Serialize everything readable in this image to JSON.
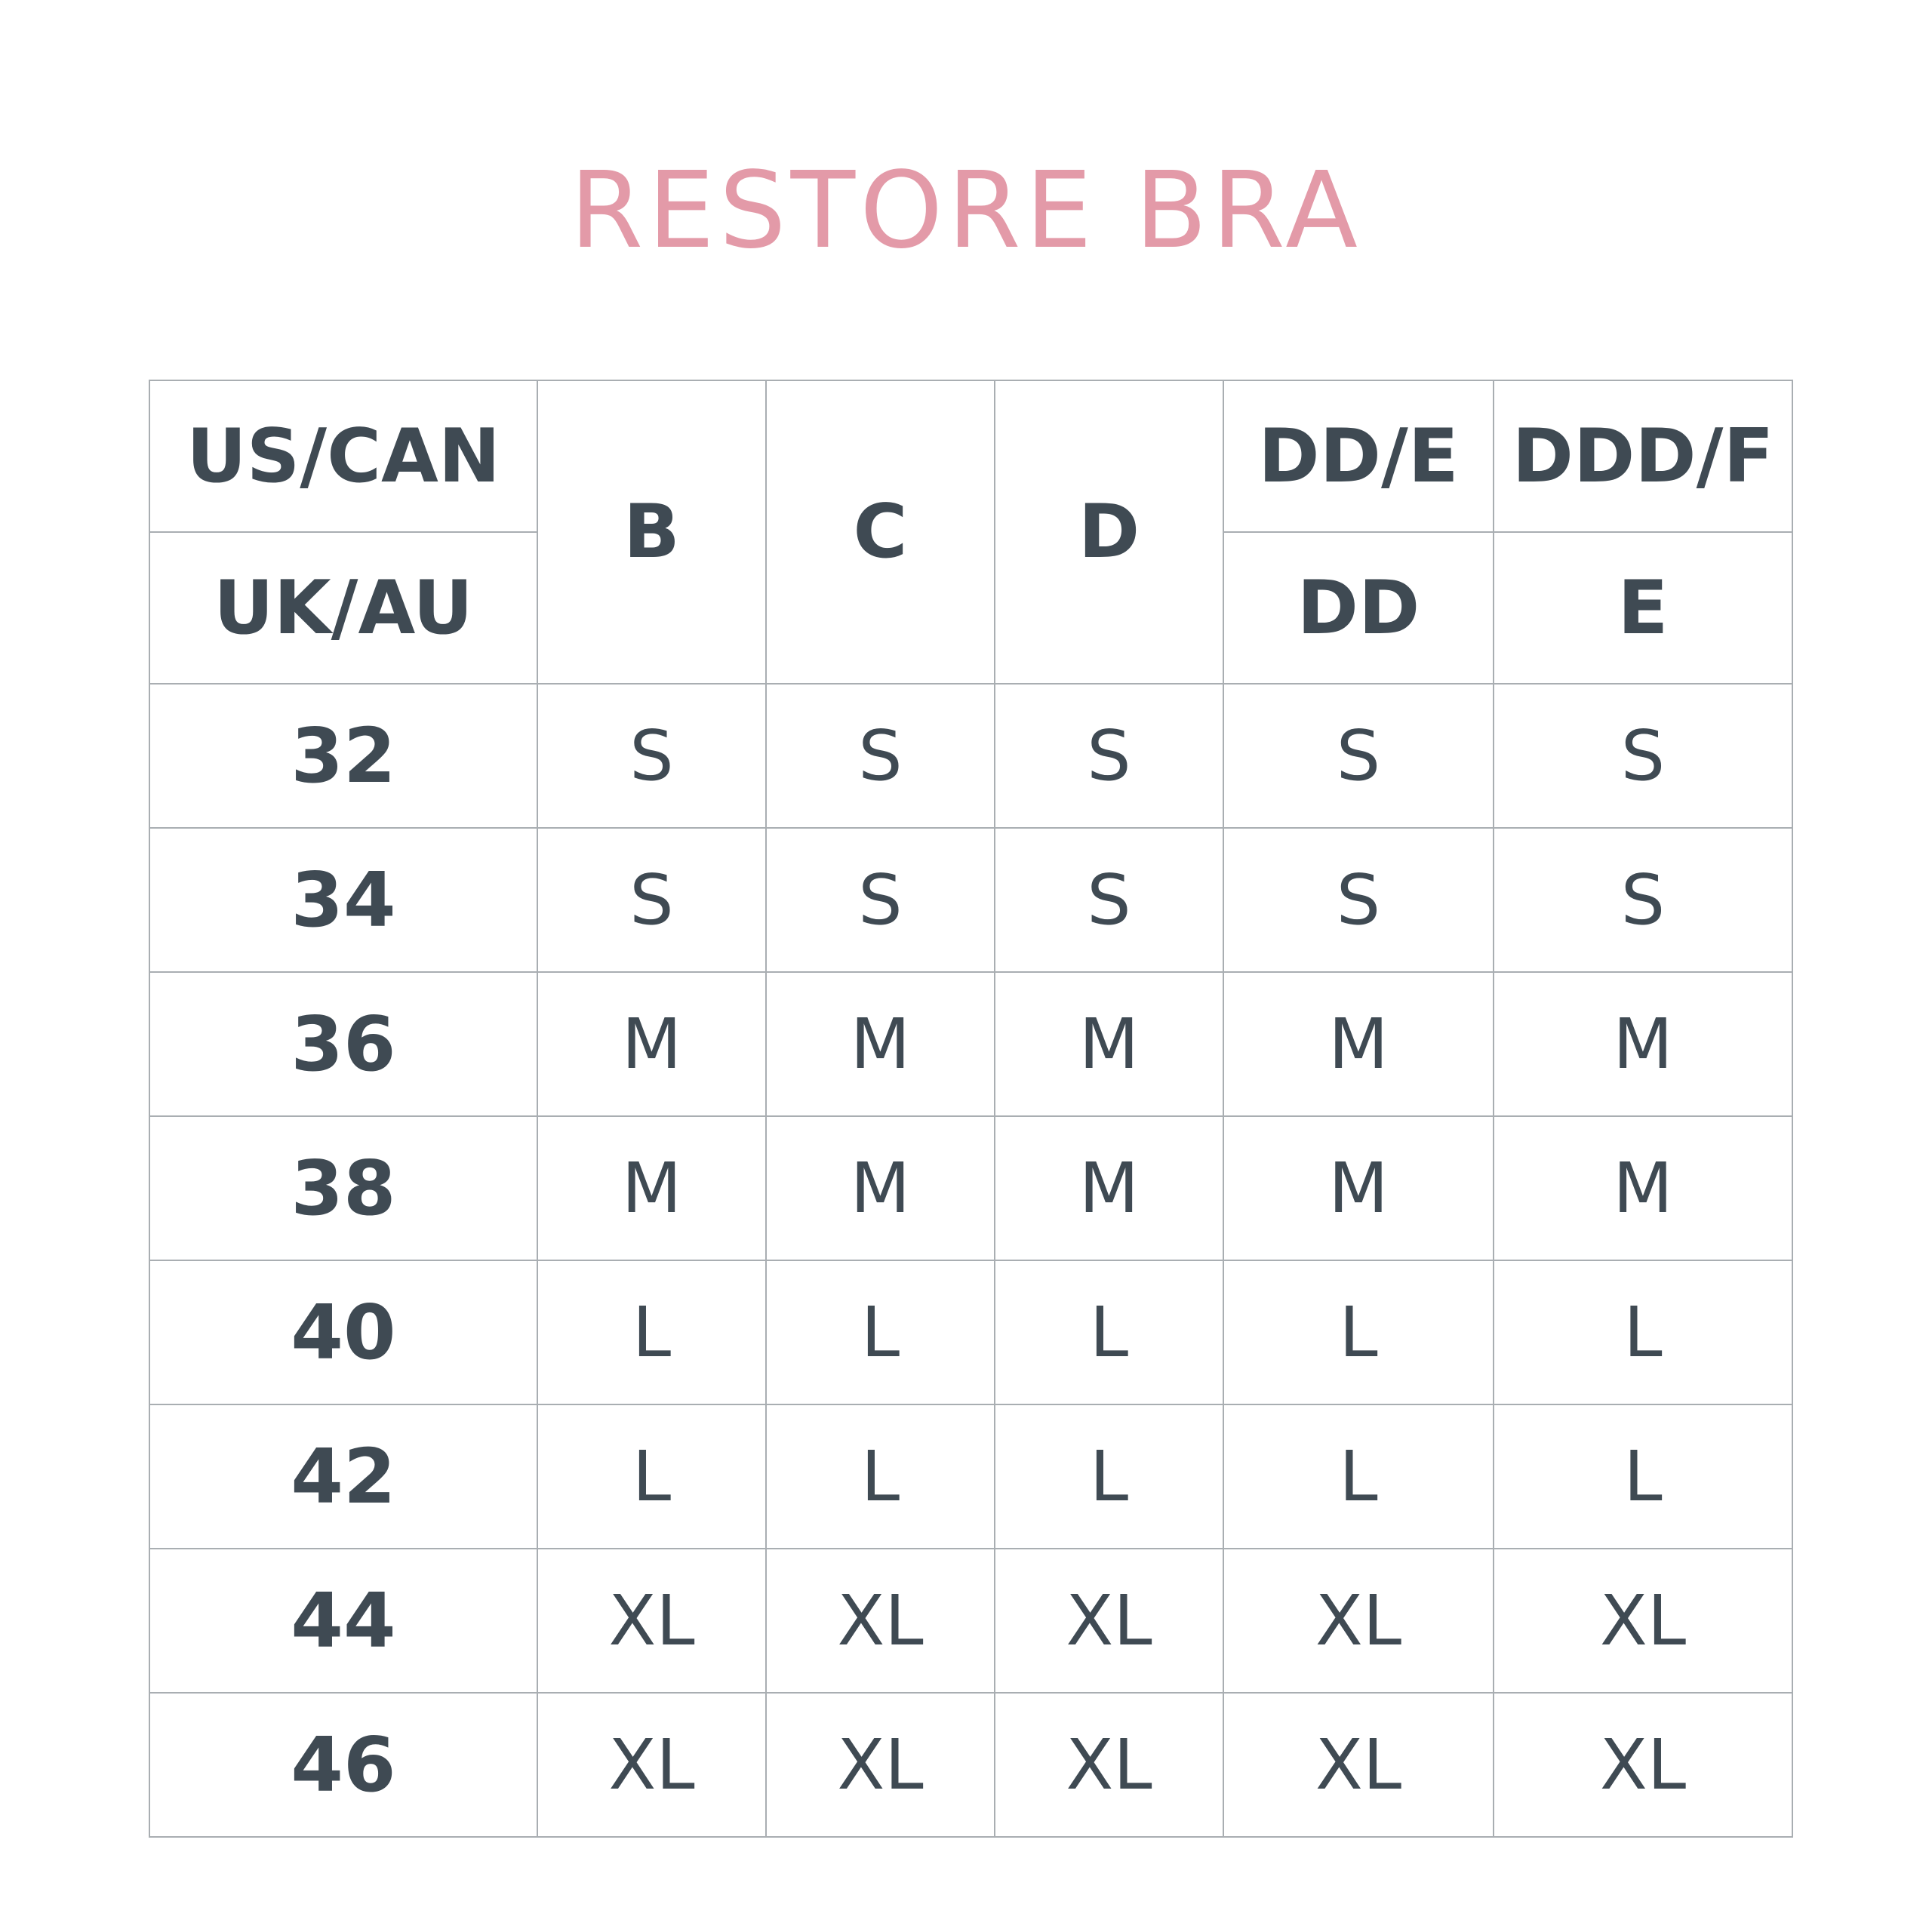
{
  "title": "RESTORE BRA",
  "table": {
    "header": {
      "region_top": "US/CAN",
      "region_bottom": "UK/AU",
      "cups_single": [
        "B",
        "C",
        "D"
      ],
      "cups_double": [
        {
          "top": "DD/E",
          "bottom": "DD"
        },
        {
          "top": "DDD/F",
          "bottom": "E"
        }
      ]
    },
    "rows": [
      {
        "band": "32",
        "sizes": [
          "S",
          "S",
          "S",
          "S",
          "S"
        ]
      },
      {
        "band": "34",
        "sizes": [
          "S",
          "S",
          "S",
          "S",
          "S"
        ]
      },
      {
        "band": "36",
        "sizes": [
          "M",
          "M",
          "M",
          "M",
          "M"
        ]
      },
      {
        "band": "38",
        "sizes": [
          "M",
          "M",
          "M",
          "M",
          "M"
        ]
      },
      {
        "band": "40",
        "sizes": [
          "L",
          "L",
          "L",
          "L",
          "L"
        ]
      },
      {
        "band": "42",
        "sizes": [
          "L",
          "L",
          "L",
          "L",
          "L"
        ]
      },
      {
        "band": "44",
        "sizes": [
          "XL",
          "XL",
          "XL",
          "XL",
          "XL"
        ]
      },
      {
        "band": "46",
        "sizes": [
          "XL",
          "XL",
          "XL",
          "XL",
          "XL"
        ]
      }
    ]
  },
  "colors": {
    "title": "#e39aa8",
    "text": "#3f4a53",
    "grid": "#a9aeb2"
  }
}
